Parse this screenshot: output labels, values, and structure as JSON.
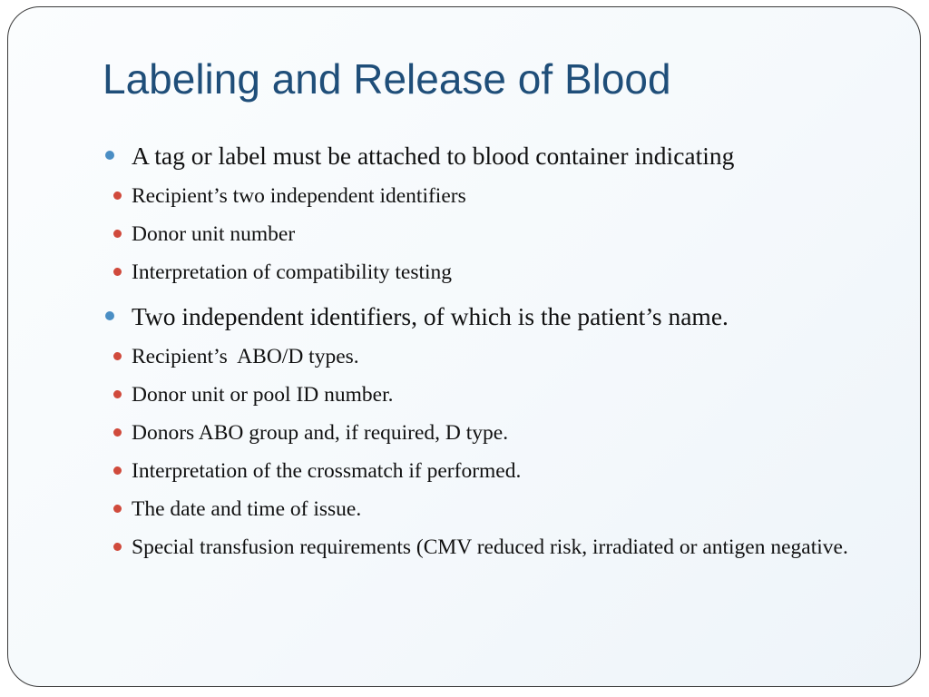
{
  "slide": {
    "title": "Labeling and Release of Blood",
    "bullets": [
      {
        "text": "A tag or label must be attached to blood container indicating",
        "sub": [
          "Recipient’s two independent identifiers",
          "Donor unit number",
          "Interpretation of compatibility testing"
        ]
      },
      {
        "text": "Two independent identifiers, of which is the patient’s name.",
        "sub": [
          "Recipient’s  ABO/D types.",
          "Donor unit or pool ID number.",
          "Donors ABO group and, if required, D type.",
          "Interpretation of the crossmatch if performed.",
          "The date and time of issue.",
          "Special transfusion requirements (CMV reduced risk, irradiated or antigen negative."
        ]
      }
    ]
  },
  "colors": {
    "title": "#1f4e79",
    "bullet_level1": "#4a8ec4",
    "bullet_level2": "#d04a3c",
    "frame_border": "#3a3a3a"
  }
}
